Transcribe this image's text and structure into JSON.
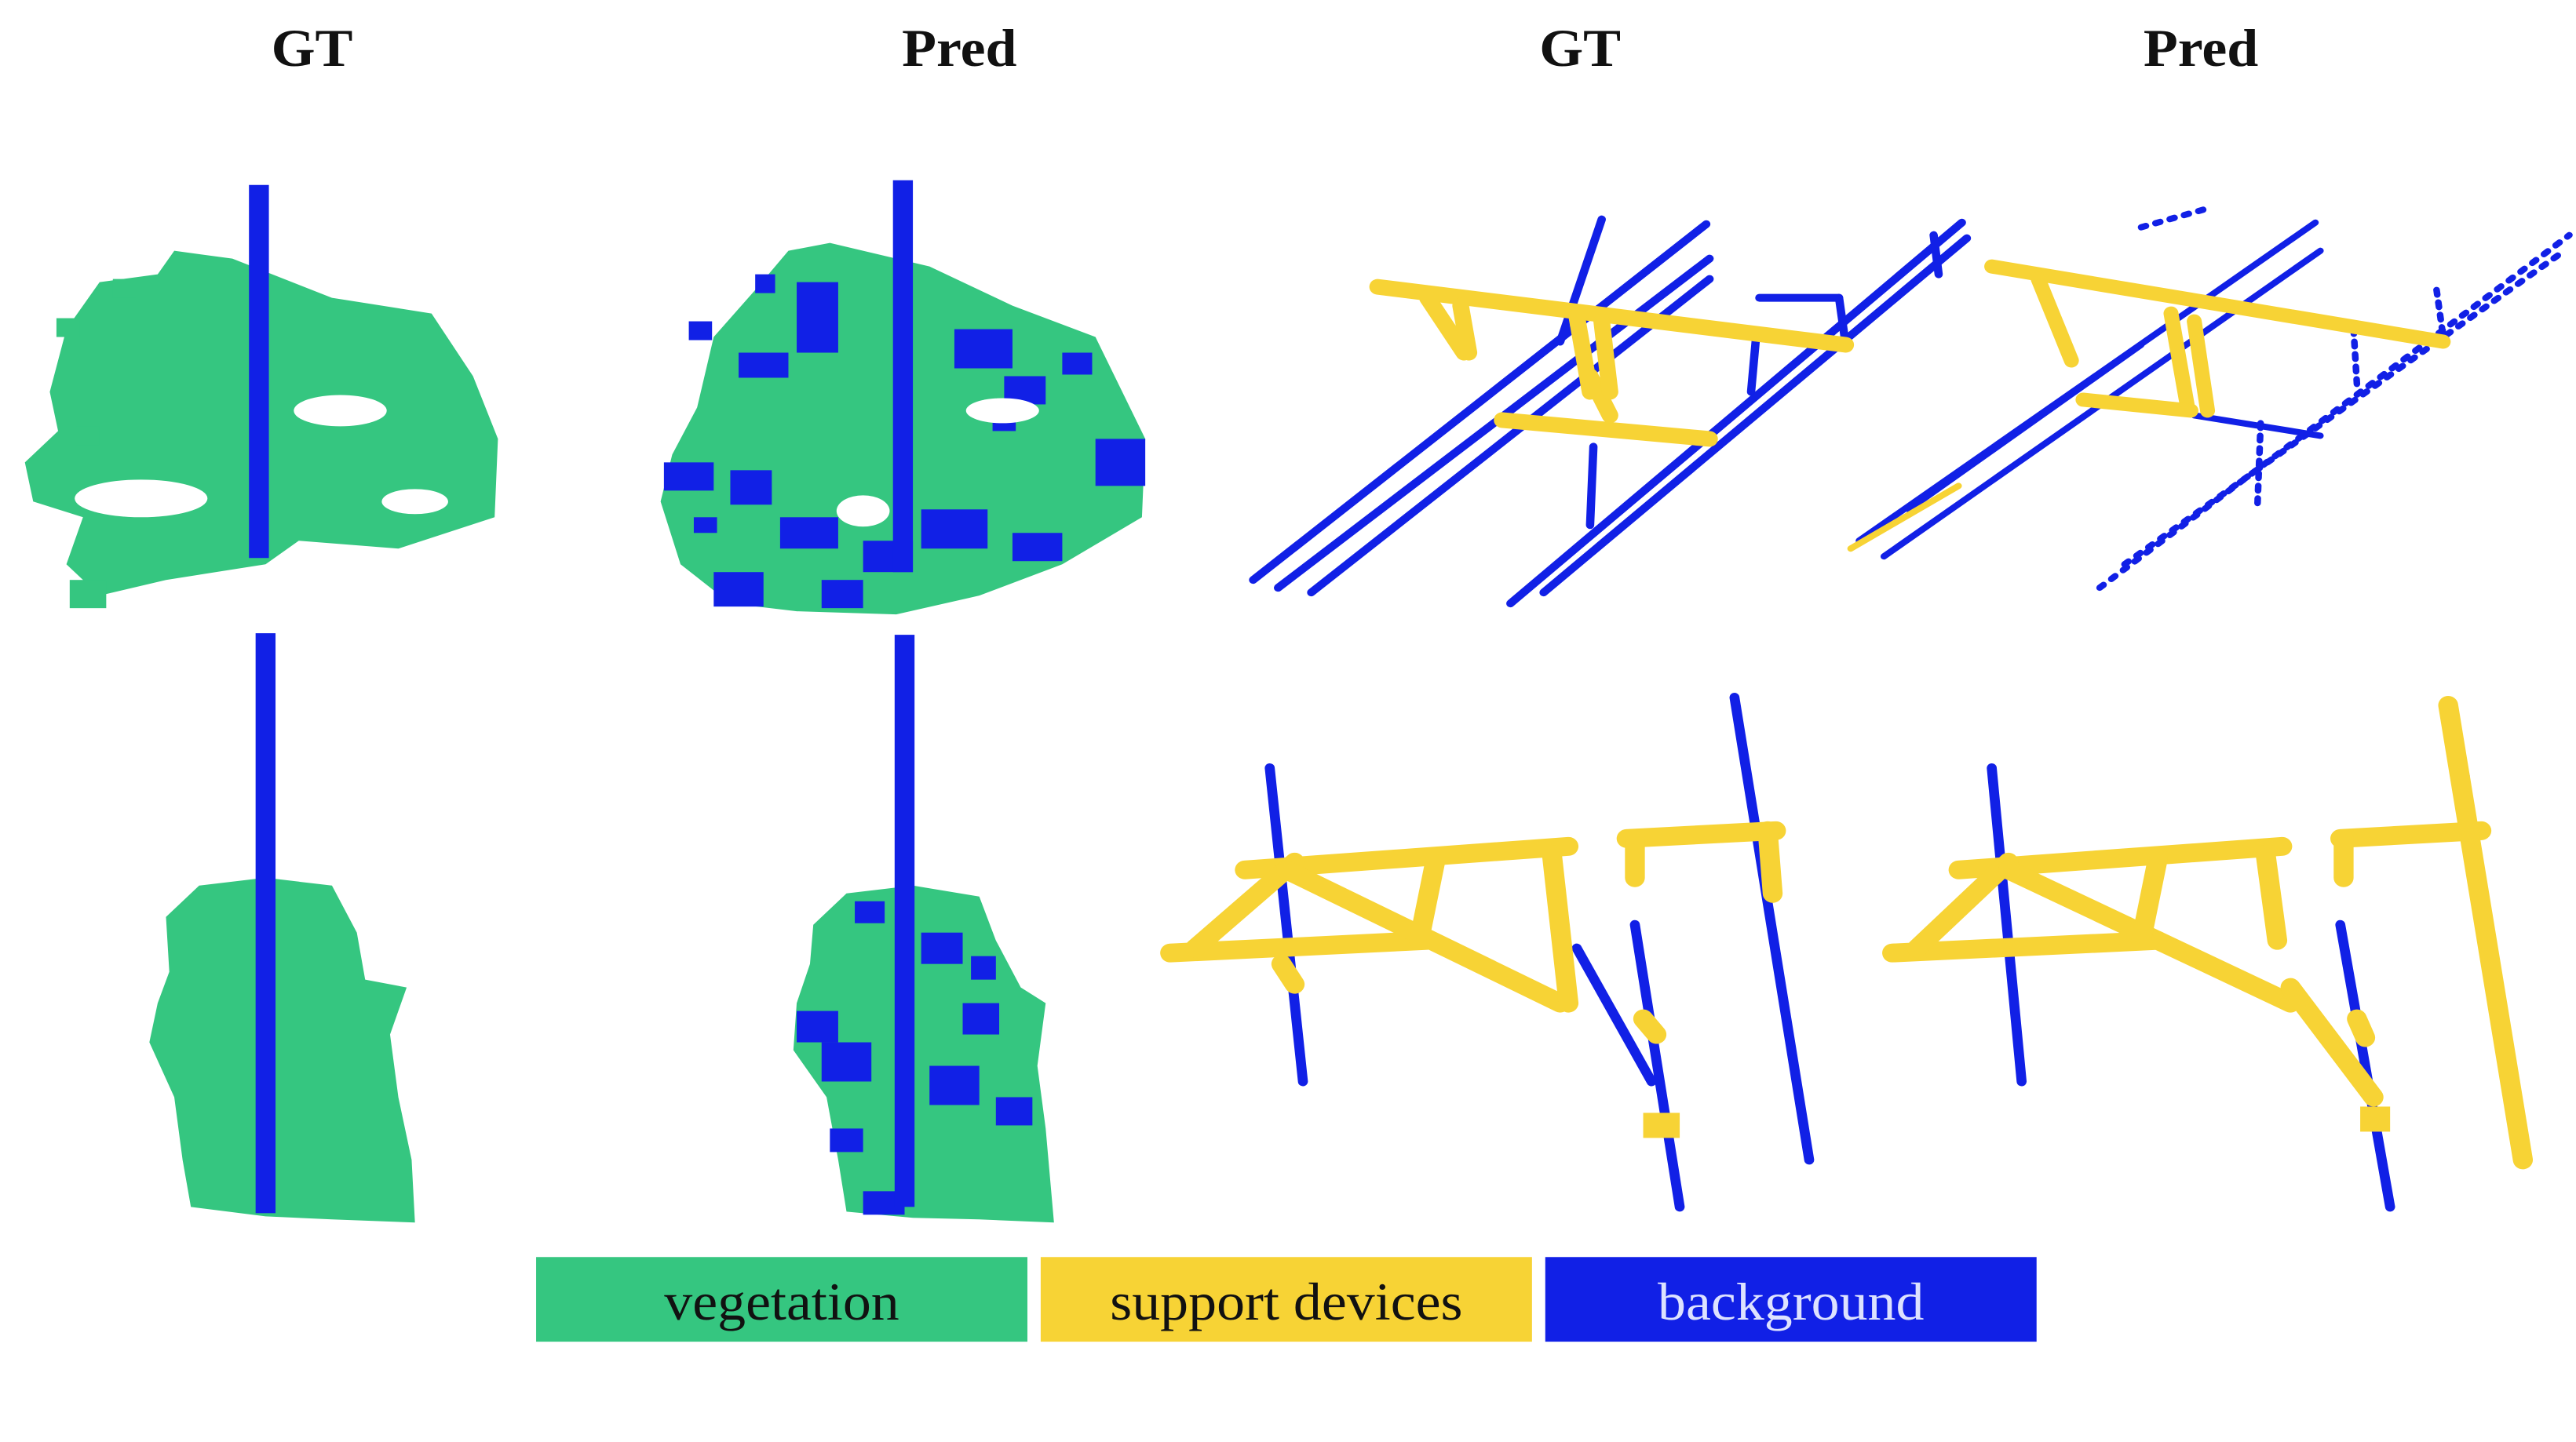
{
  "columns": [
    "GT",
    "Pred",
    "GT",
    "Pred"
  ],
  "legend": [
    {
      "label": "vegetation",
      "color": "#35C680",
      "text_color": "#111111"
    },
    {
      "label": "support devices",
      "color": "#F7D335",
      "text_color": "#111111"
    },
    {
      "label": "background",
      "color": "#1120E6",
      "text_color": "#DDE2FF"
    }
  ],
  "colors": {
    "vegetation": "#35C680",
    "support": "#F7D335",
    "background": "#1120E6"
  }
}
